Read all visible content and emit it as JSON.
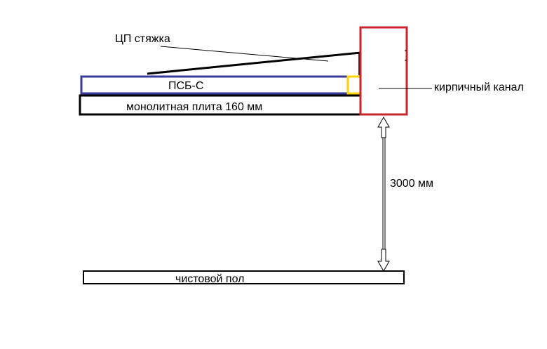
{
  "labels": {
    "screed": "ЦП стяжка",
    "insulation": "ПСБ-С",
    "slab": "монолитная плита 160 мм",
    "brick_channel": "кирпичный канал",
    "height_dimension": "3000 мм",
    "finish_floor": "чистовой пол"
  },
  "colors": {
    "outline": "#000000",
    "insulation_border": "#3a3a9a",
    "insulation_gap": "#ffd200",
    "brick_channel_border": "#c8262c",
    "background": "#ffffff"
  }
}
